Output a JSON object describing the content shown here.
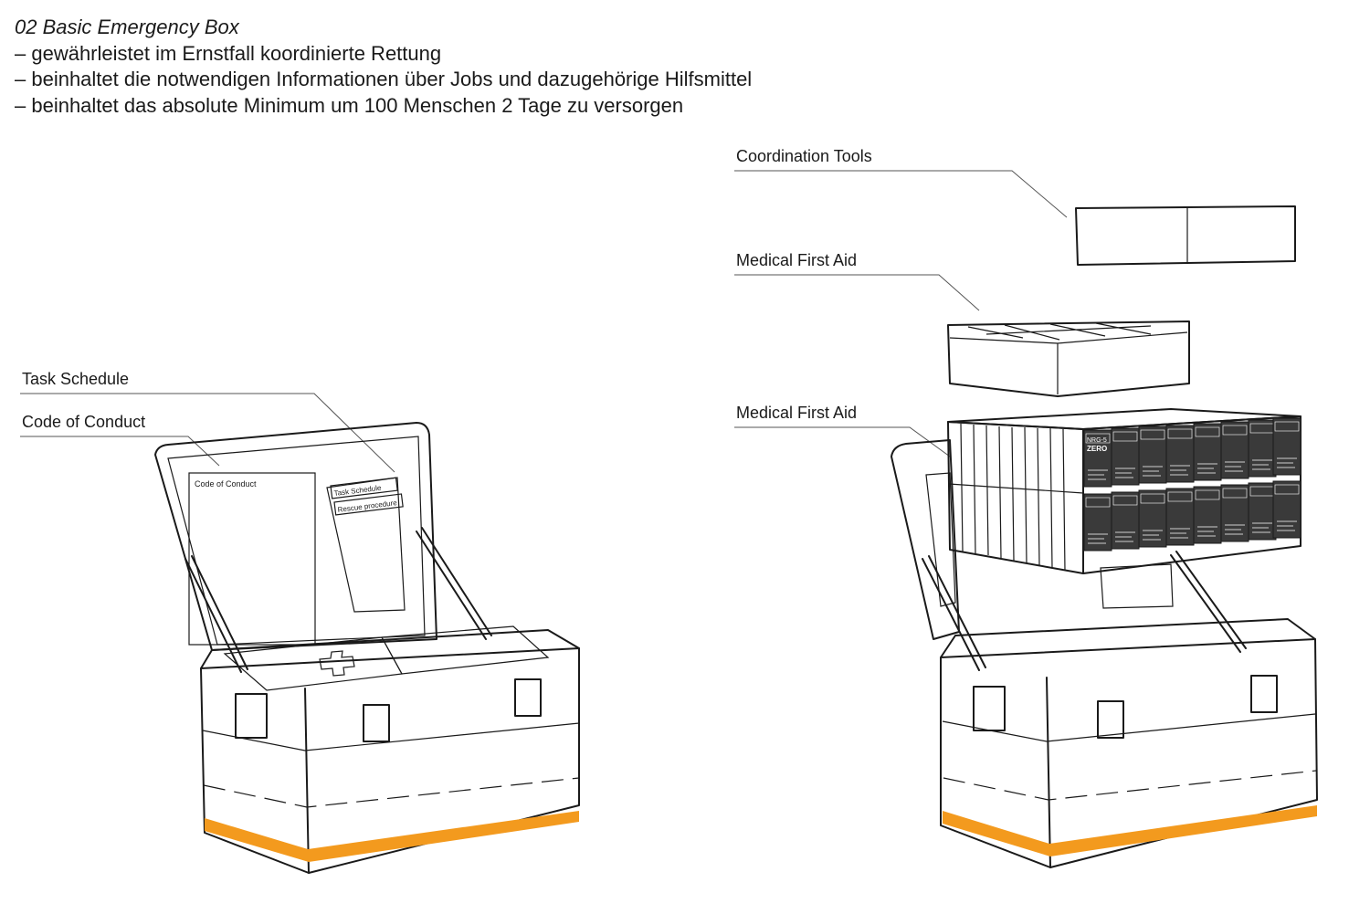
{
  "header": {
    "title": "02 Basic Emergency Box",
    "points": [
      "– gewährleistet im Ernstfall koordinierte Rettung",
      "– beinhaltet die notwendigen Informationen über Jobs und dazugehörige Hilfsmittel",
      "– beinhaltet das absolute Minimum um 100 Menschen 2 Tage zu versorgen"
    ]
  },
  "left_box": {
    "labels": {
      "task_schedule": "Task Schedule",
      "code_of_conduct": "Code of Conduct"
    },
    "lid_documents": {
      "code_of_conduct": "Code of Conduct",
      "task_schedule": "Task Schedule",
      "rescue_procedure": "Rescue procedure"
    }
  },
  "right_box": {
    "labels": {
      "coordination_tools": "Coordination Tools",
      "medical_first_aid_top": "Medical First Aid",
      "medical_first_aid_bottom": "Medical First Aid"
    },
    "ration_pack": {
      "brand": "NRG-5",
      "name": "ZERO"
    }
  },
  "colors": {
    "stripe": "#F39A1E",
    "ink": "#1a1a1a",
    "ration_pack": "#3a3a3a"
  }
}
